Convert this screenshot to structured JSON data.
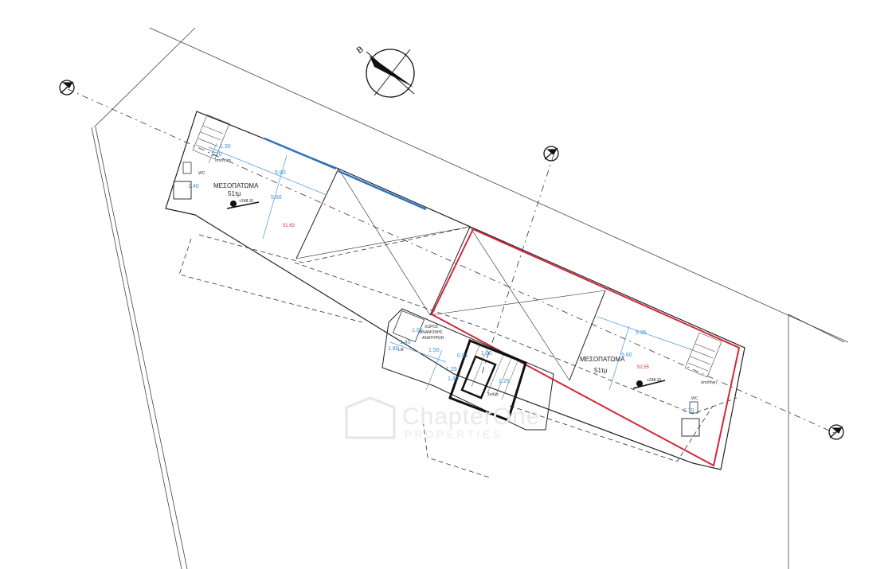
{
  "north": {
    "letter": "B"
  },
  "units": [
    {
      "name": "ΜΕΣΟΠΑΤΩΜΑ",
      "area": "51τμ",
      "level": "+248.10",
      "area_value": "51.63",
      "dims": [
        "5.80",
        "5.60",
        "1.30",
        "1.70",
        "1.40"
      ],
      "labels": [
        "αποθήκη",
        "WC"
      ]
    },
    {
      "name": "ΜΕΣΟΠΑΤΩΜΑ",
      "area": "51τμ",
      "level": "+248.10",
      "area_value": "52.55",
      "dims": [
        "5.95",
        "5.60",
        "2.70"
      ],
      "labels": [
        "αποθήκη",
        "WC"
      ]
    }
  ],
  "core": {
    "label_line1": "ΧΩΡΟΣ",
    "label_line2": "ΑΝΑΜΟΝΗΣ",
    "label_line3": "ΑΝΑΤΗΡΩΝ",
    "lift": "Lift",
    "dims": [
      "1.45",
      "1.80",
      "1.50",
      "0.91",
      "1.25",
      "1.30",
      "1.20",
      "1.25",
      "1.00"
    ],
    "stair_note": "Σκάλα"
  },
  "watermark": {
    "brand": "ChapterOne",
    "sub": "PROPERTIES"
  }
}
